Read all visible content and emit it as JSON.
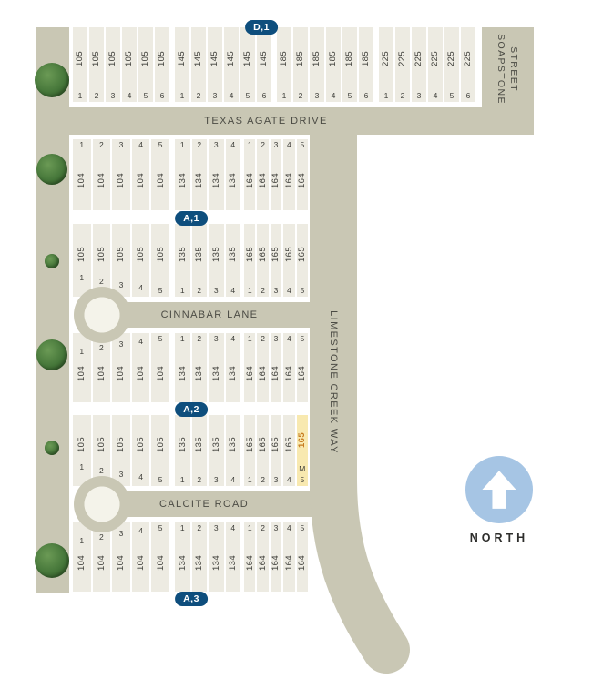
{
  "streets": {
    "texas_agate_drive": "TEXAS AGATE DRIVE",
    "soapstone_lines": [
      "SOAPSTONE",
      "STREET"
    ],
    "limestone_creek_way": "LIMESTONE CREEK WAY",
    "cinnabar_lane": "CINNABAR LANE",
    "calcite_road": "CALCITE ROAD"
  },
  "badges": {
    "d1": "D,1",
    "a1": "A,1",
    "a2": "A,2",
    "a3": "A,3"
  },
  "compass": {
    "label": "NORTH"
  },
  "highlight": {
    "block": "165",
    "lot": "5",
    "marker": "M"
  },
  "colors": {
    "street": "#c9c7b4",
    "lot": "#edebe2",
    "badge": "#0e4e7d",
    "highlight": "#f8e9b0",
    "highlight_text": "#c67a1e",
    "north_circle": "#a6c5e4"
  },
  "top_blocks": [
    {
      "block": "105",
      "lots": [
        "1",
        "2",
        "3",
        "4",
        "5",
        "6"
      ]
    },
    {
      "block": "145",
      "lots": [
        "1",
        "2",
        "3",
        "4",
        "5",
        "6"
      ]
    },
    {
      "block": "185",
      "lots": [
        "1",
        "2",
        "3",
        "4",
        "5",
        "6"
      ]
    },
    {
      "block": "225",
      "lots": [
        "1",
        "2",
        "3",
        "4",
        "5",
        "6"
      ]
    }
  ],
  "rows": [
    {
      "name": "row-a",
      "numbers": "top",
      "blocks": [
        {
          "block": "104",
          "lots": [
            "1",
            "2",
            "3",
            "4",
            "5"
          ]
        },
        {
          "block": "134",
          "lots": [
            "1",
            "2",
            "3",
            "4"
          ]
        },
        {
          "block": "164",
          "lots": [
            "1",
            "2",
            "3",
            "4",
            "5"
          ]
        }
      ]
    },
    {
      "name": "row-b",
      "numbers": "bottom",
      "blocks": [
        {
          "block": "105",
          "lots": [
            "1",
            "2",
            "3",
            "4",
            "5"
          ]
        },
        {
          "block": "135",
          "lots": [
            "1",
            "2",
            "3",
            "4"
          ]
        },
        {
          "block": "165",
          "lots": [
            "1",
            "2",
            "3",
            "4",
            "5"
          ]
        }
      ]
    },
    {
      "name": "row-c",
      "numbers": "top",
      "blocks": [
        {
          "block": "104",
          "lots": [
            "1",
            "2",
            "3",
            "4",
            "5"
          ]
        },
        {
          "block": "134",
          "lots": [
            "1",
            "2",
            "3",
            "4"
          ]
        },
        {
          "block": "164",
          "lots": [
            "1",
            "2",
            "3",
            "4",
            "5"
          ]
        }
      ]
    },
    {
      "name": "row-d",
      "numbers": "bottom",
      "blocks": [
        {
          "block": "105",
          "lots": [
            "1",
            "2",
            "3",
            "4",
            "5"
          ]
        },
        {
          "block": "135",
          "lots": [
            "1",
            "2",
            "3",
            "4"
          ]
        },
        {
          "block": "165",
          "lots": [
            "1",
            "2",
            "3",
            "4",
            "5"
          ],
          "highlight_lot": "5"
        }
      ]
    },
    {
      "name": "row-e",
      "numbers": "top",
      "blocks": [
        {
          "block": "104",
          "lots": [
            "1",
            "2",
            "3",
            "4",
            "5"
          ]
        },
        {
          "block": "134",
          "lots": [
            "1",
            "2",
            "3",
            "4"
          ]
        },
        {
          "block": "164",
          "lots": [
            "1",
            "2",
            "3",
            "4",
            "5"
          ]
        }
      ]
    }
  ]
}
